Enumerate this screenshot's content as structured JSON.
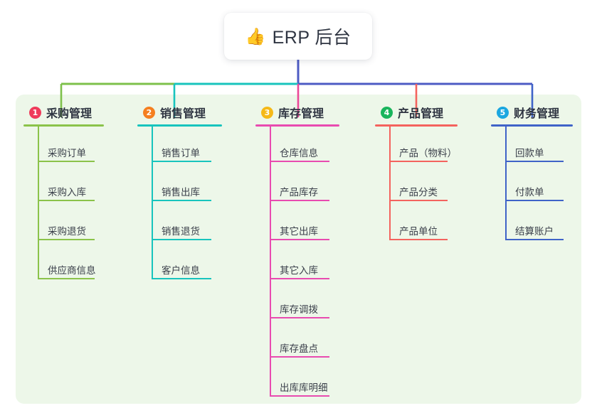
{
  "diagram": {
    "type": "mind-map",
    "canvas_background": "#ffffff",
    "panel_background": "#edf7e9",
    "root": {
      "label": "ERP 后台",
      "emoji": "👍",
      "emoji_name": "thumbs-up-icon",
      "text_color": "#2f3542",
      "card_background": "#ffffff",
      "stem_color": "#4d5bc4"
    },
    "bus_segments": [
      {
        "color": "#7ec14b"
      },
      {
        "color": "#18c4bd"
      },
      {
        "color": "#4d5bc4"
      },
      {
        "color": "#4d5bc4"
      },
      {
        "color": "#3f63c8"
      }
    ],
    "branches": [
      {
        "index": "1",
        "title": "采购管理",
        "badge_color": "#ef3b5b",
        "line_color": "#8bc34a",
        "drop_color": "#7ec14b",
        "items": [
          "采购订单",
          "采购入库",
          "采购退货",
          "供应商信息"
        ]
      },
      {
        "index": "2",
        "title": "销售管理",
        "badge_color": "#f57f20",
        "line_color": "#18c4bd",
        "drop_color": "#18c4bd",
        "items": [
          "销售订单",
          "销售出库",
          "销售退货",
          "客户信息"
        ]
      },
      {
        "index": "3",
        "title": "库存管理",
        "badge_color": "#f5b918",
        "line_color": "#e84bb0",
        "drop_color": "#ec4899",
        "items": [
          "仓库信息",
          "产品库存",
          "其它出库",
          "其它入库",
          "库存调拨",
          "库存盘点",
          "出库库明细"
        ]
      },
      {
        "index": "4",
        "title": "产品管理",
        "badge_color": "#19b55c",
        "line_color": "#f4635e",
        "drop_color": "#f4635e",
        "items": [
          "产品（物料）",
          "产品分类",
          "产品单位"
        ]
      },
      {
        "index": "5",
        "title": "财务管理",
        "badge_color": "#1ba7e0",
        "line_color": "#3f63c8",
        "drop_color": "#3f63c8",
        "items": [
          "回款单",
          "付款单",
          "结算账户"
        ]
      }
    ]
  }
}
